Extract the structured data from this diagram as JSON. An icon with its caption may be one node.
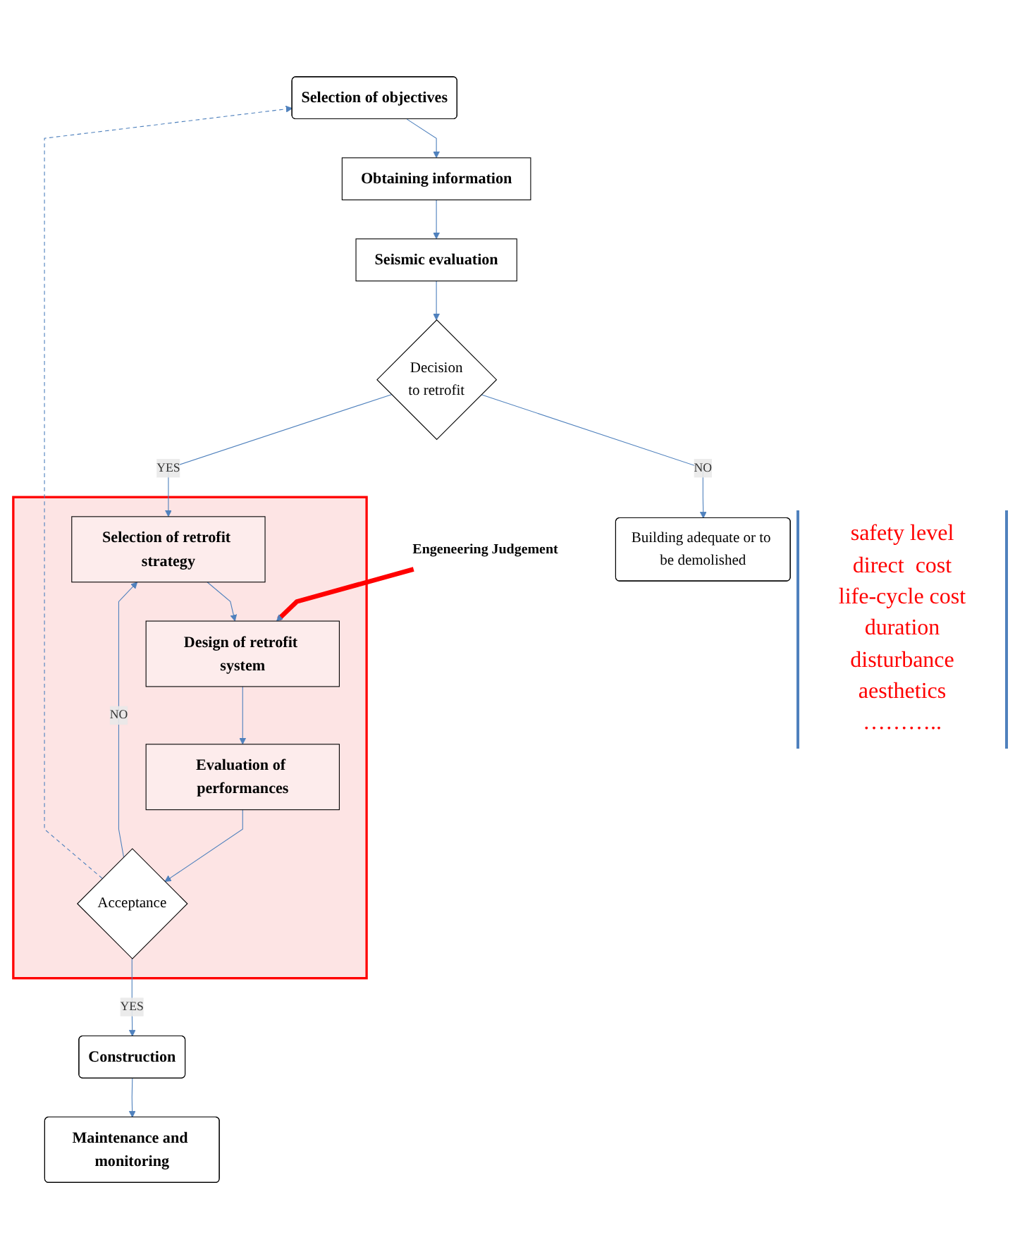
{
  "diagram": {
    "nodes": [
      {
        "text": [
          "Selection of objectives"
        ]
      },
      {
        "text": [
          "Obtaining information"
        ]
      },
      {
        "text": [
          "Seismic evaluation"
        ]
      },
      {
        "text": [
          "Decision",
          "to retrofit"
        ]
      },
      {
        "text": [
          "Building adequate or to be demolished"
        ]
      },
      {
        "text": [],
        "shape": "box"
      },
      {
        "text": [
          "Selection of retrofit strategy"
        ],
        "in": 5
      },
      {
        "text": [
          "Design of retrofit system"
        ],
        "in": 5
      },
      {
        "text": [
          "Evaluation of performances"
        ],
        "in": 5
      },
      {
        "text": [
          "Acceptance"
        ],
        "in": 5
      },
      {
        "text": [
          "Construction"
        ]
      },
      {
        "text": [
          "Maintenance and monitoring"
        ]
      },
      {
        "text": [
          "Engeneering Judgement"
        ]
      }
    ],
    "edges": [
      {
        "from": 0,
        "to": 1,
        "arrow": "to"
      },
      {
        "from": 1,
        "to": 2,
        "arrow": "to"
      },
      {
        "from": 2,
        "to": 3,
        "arrow": "to"
      },
      {
        "from": 3,
        "to": 4,
        "arrow": "to",
        "label": "NO"
      },
      {
        "from": 3,
        "to": 6,
        "arrow": "to",
        "label": "YES"
      },
      {
        "from": 6,
        "to": 7,
        "arrow": "to"
      },
      {
        "from": 7,
        "to": 8,
        "arrow": "to"
      },
      {
        "from": 8,
        "to": 9,
        "arrow": "to"
      },
      {
        "from": 9,
        "to": 10,
        "arrow": "to",
        "label": "YES"
      },
      {
        "from": 10,
        "to": 11,
        "arrow": "to"
      },
      {
        "from": 9,
        "to": 6,
        "arrow": "to",
        "label": "NO"
      },
      {
        "from": 9,
        "to": 0,
        "arrow": "to",
        "style": "dashed"
      },
      {
        "from": 12,
        "to": 7,
        "arrow": "to",
        "style": "thick",
        "color": "#ff0000"
      }
    ],
    "labels": [
      "safety level",
      "direct  cost",
      "life-cycle cost",
      "duration",
      "disturbance",
      "aesthetics",
      "……….."
    ]
  }
}
